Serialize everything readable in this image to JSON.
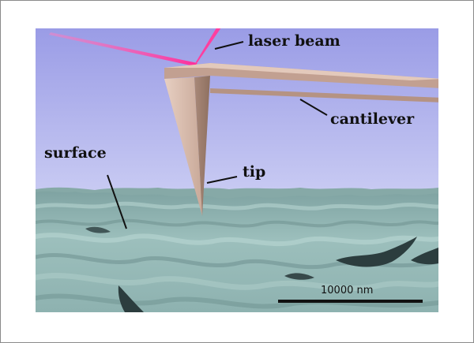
{
  "labels": {
    "laser_beam": "laser beam",
    "cantilever": "cantilever",
    "surface": "surface",
    "tip": "tip"
  },
  "scale_bar": {
    "label": "10000 nm"
  },
  "colors": {
    "sky_top": "#9a9ce6",
    "sky_bottom": "#eef0fb",
    "surface_light": "#a4c6c3",
    "surface_dark": "#2c3d3e",
    "cantilever_light": "#dcc0b2",
    "cantilever_dark": "#9c8072",
    "laser": "#ff2e9a"
  },
  "icons": [
    "laser-beam-icon",
    "cantilever-icon",
    "tip-icon",
    "surface-icon"
  ]
}
